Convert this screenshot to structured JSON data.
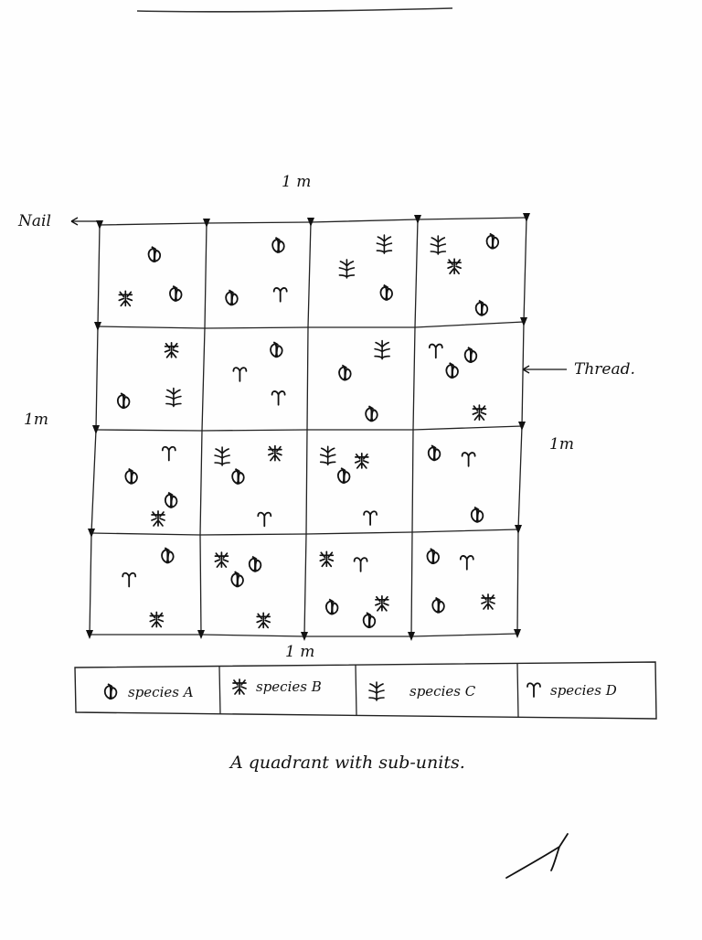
{
  "dimensions": {
    "top": "1 m",
    "left": "1m",
    "right": "1m",
    "bottom": "1 m"
  },
  "callouts": {
    "nail": "Nail",
    "thread": "Thread."
  },
  "species": [
    {
      "key": "A",
      "label": "species A",
      "icon": "leaf-pair-icon"
    },
    {
      "key": "B",
      "label": "species B",
      "icon": "spiky-plant-icon"
    },
    {
      "key": "C",
      "label": "species C",
      "icon": "tall-grass-icon"
    },
    {
      "key": "D",
      "label": "species D",
      "icon": "sprout-icon"
    }
  ],
  "caption": "A quadrant with sub-units.",
  "grid": {
    "rows": 4,
    "cols": 4
  },
  "cells": [
    [
      "A B A",
      "A D A",
      "A C C",
      "A B A C"
    ],
    [
      "A C B",
      "D A D",
      "C A A",
      "A B D A"
    ],
    [
      "A D A B",
      "B A D C",
      "A D C B",
      "A A D"
    ],
    [
      "A D B",
      "A B B A",
      "A B D A B",
      "A D A B"
    ]
  ]
}
